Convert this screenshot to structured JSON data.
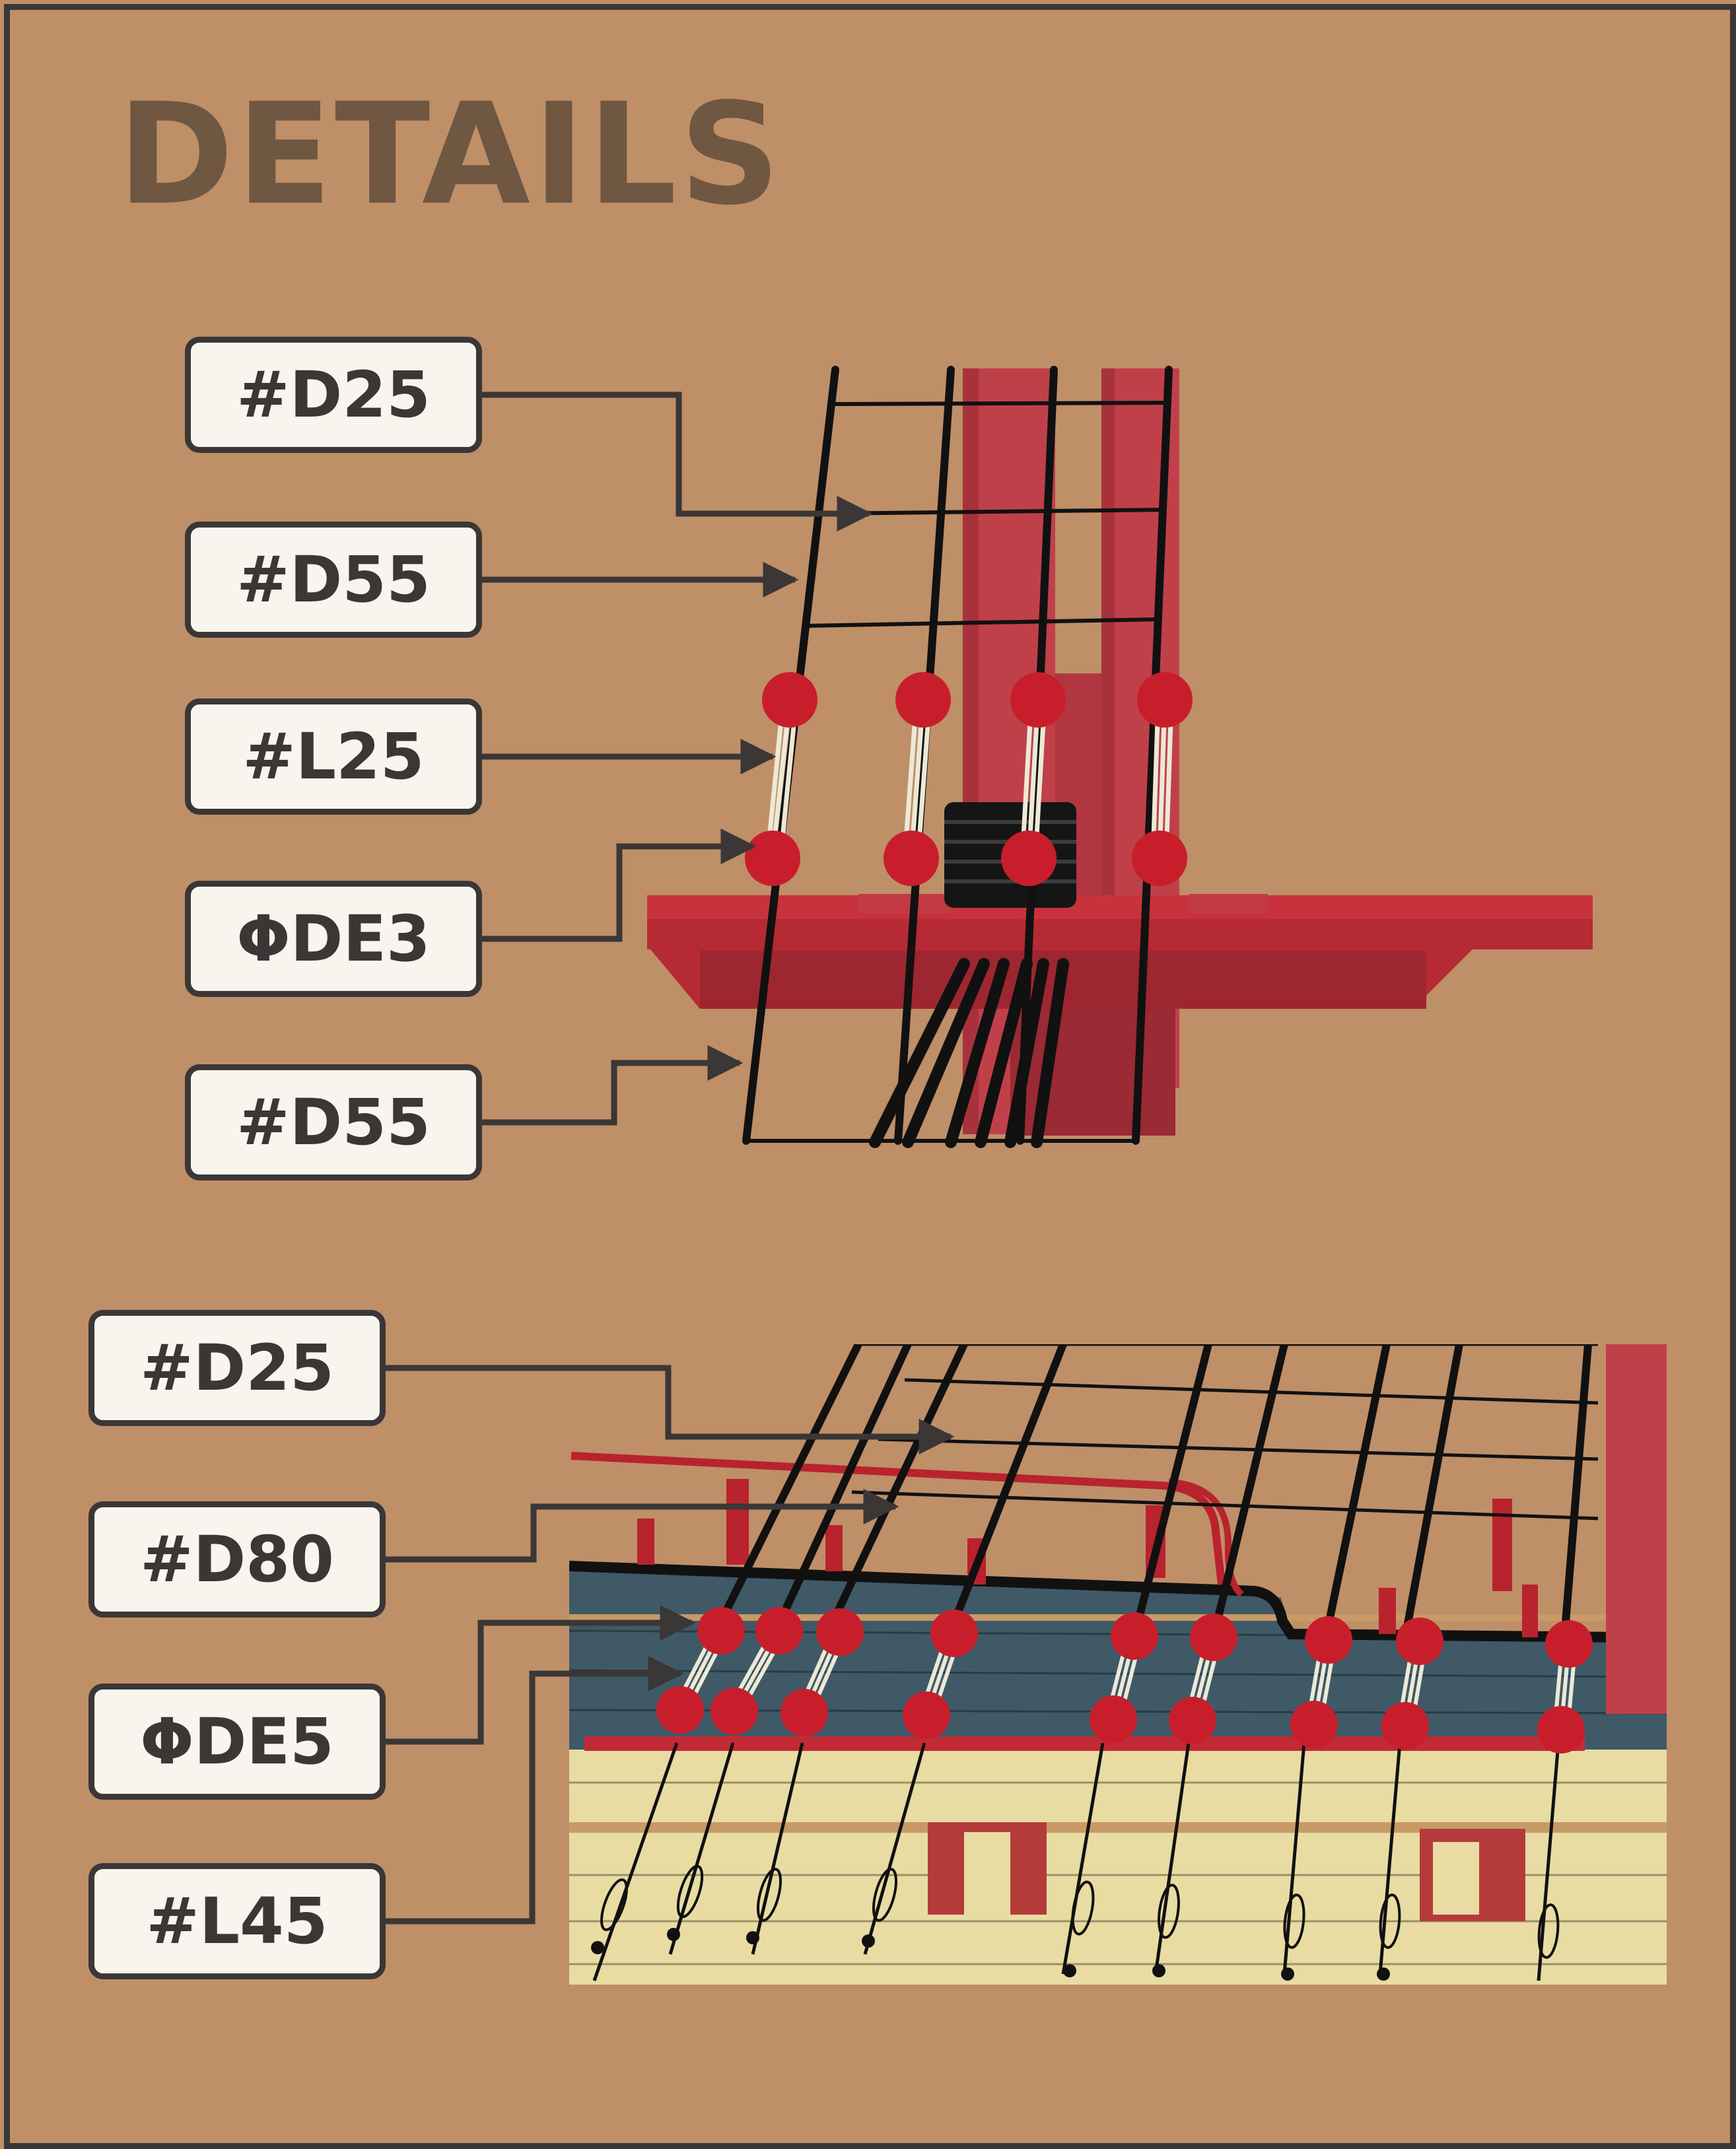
{
  "title": "DETAILS",
  "top_detail": {
    "labels": [
      "#D25",
      "#D55",
      "#L25",
      "ΦDE3",
      "#D55"
    ]
  },
  "bottom_detail": {
    "labels": [
      "#D25",
      "#D80",
      "ΦDE5",
      "#L45"
    ]
  },
  "colors": {
    "background": "#bf8f68",
    "frame": "#3a3736",
    "title_text": "#6f5741",
    "label_fill": "#f7f5ee",
    "label_text": "#3a3736",
    "mast_red": "#c0404a",
    "platform_red": "#b52a33",
    "block_red": "#c81e2c",
    "hull_blue": "#3f5967",
    "hull_cream": "#e8dca3",
    "rigging_black": "#111111",
    "tackle_white": "#ece9d6"
  }
}
